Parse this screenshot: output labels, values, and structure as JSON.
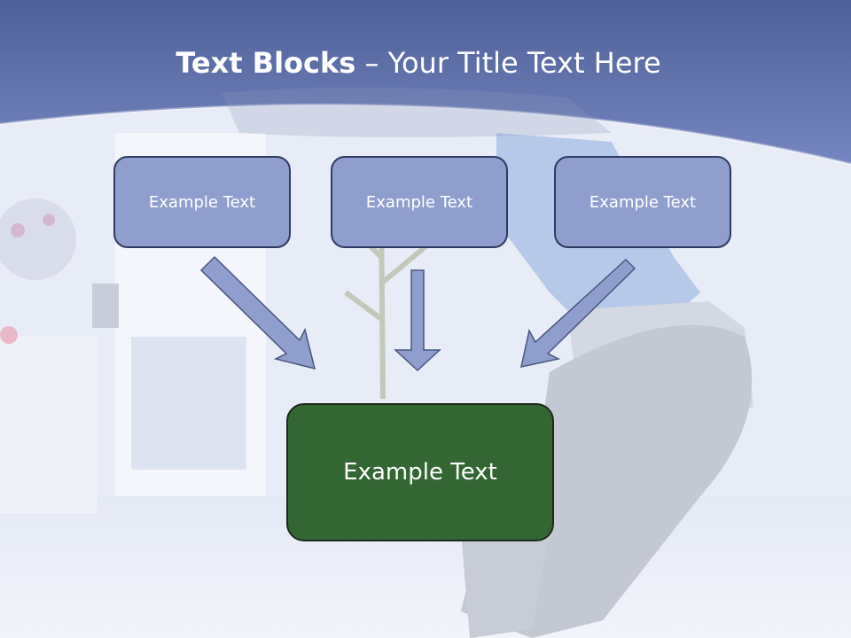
{
  "slide": {
    "title_bold": "Text Blocks",
    "title_separator": " – ",
    "title_rest": "Your Title Text Here",
    "colors": {
      "header": "#6a7db8",
      "box_fill": "#8f9ecd",
      "box_border": "#2f3b62",
      "center_fill": "#336633"
    }
  },
  "diagram": {
    "top_boxes": [
      "Example Text",
      "Example Text",
      "Example Text"
    ],
    "center_box": "Example Text"
  }
}
